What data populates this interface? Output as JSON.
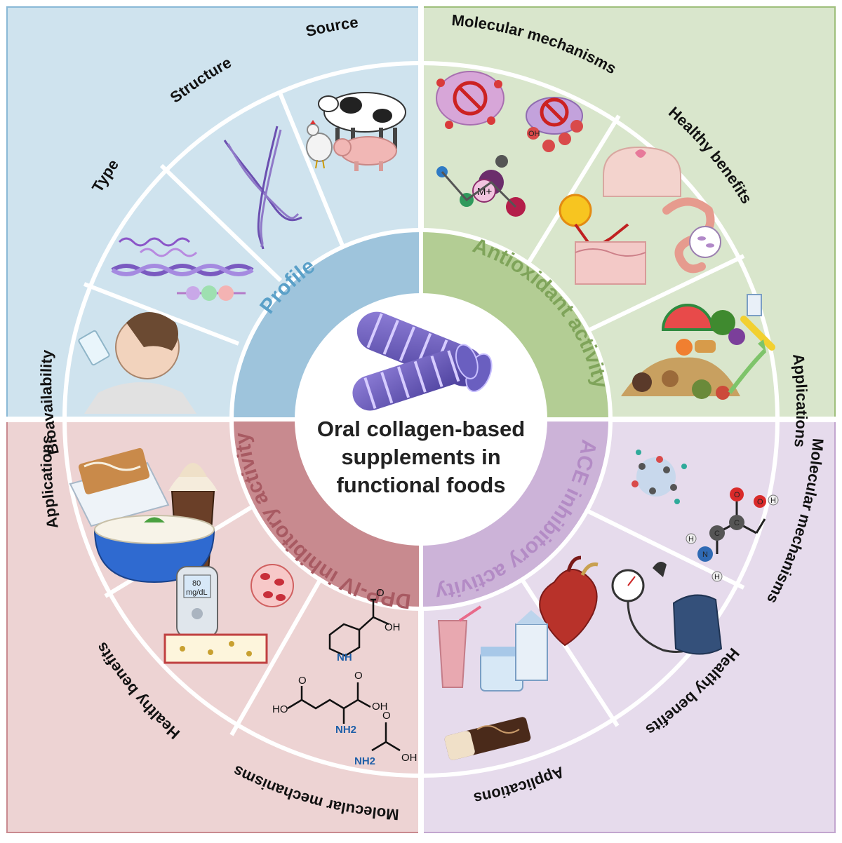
{
  "center": {
    "lines": [
      "Oral collagen-based",
      "supplements in",
      "functional foods"
    ]
  },
  "quadrants": {
    "profile": {
      "label": "Profile",
      "color": "#8ab9d6",
      "fill": "#cfe3ee",
      "items": [
        "Source",
        "Structure",
        "Type",
        "Bioavailability"
      ]
    },
    "antioxidant": {
      "label": "Antioxidant activity",
      "color": "#9fbf7c",
      "fill": "#d9e6cc",
      "items": [
        "Molecular mechanisms",
        "Healthy benefits",
        "Applications"
      ]
    },
    "ace": {
      "label": "ACE inhibitory activity",
      "color": "#c2a6cf",
      "fill": "#e6dbec",
      "items": [
        "Molecular mechanisms",
        "Healthy benefits",
        "Applications"
      ]
    },
    "dpp": {
      "label": "DPP-IV inhibitory activity",
      "color": "#c98a8f",
      "fill": "#edd3d3",
      "items": [
        "Applications",
        "Healthy benefits",
        "Molecular mechanisms"
      ]
    }
  },
  "chem": {
    "metal_ion": "M+",
    "hydroxyl": "OH",
    "oxygen": "O",
    "hydrogen": "H",
    "nitrogen": "N",
    "carbon": "C",
    "nh": "NH",
    "nh2": "NH2",
    "ho": "HO"
  },
  "glucometer": {
    "value": "80",
    "unit": "mg/dL"
  }
}
